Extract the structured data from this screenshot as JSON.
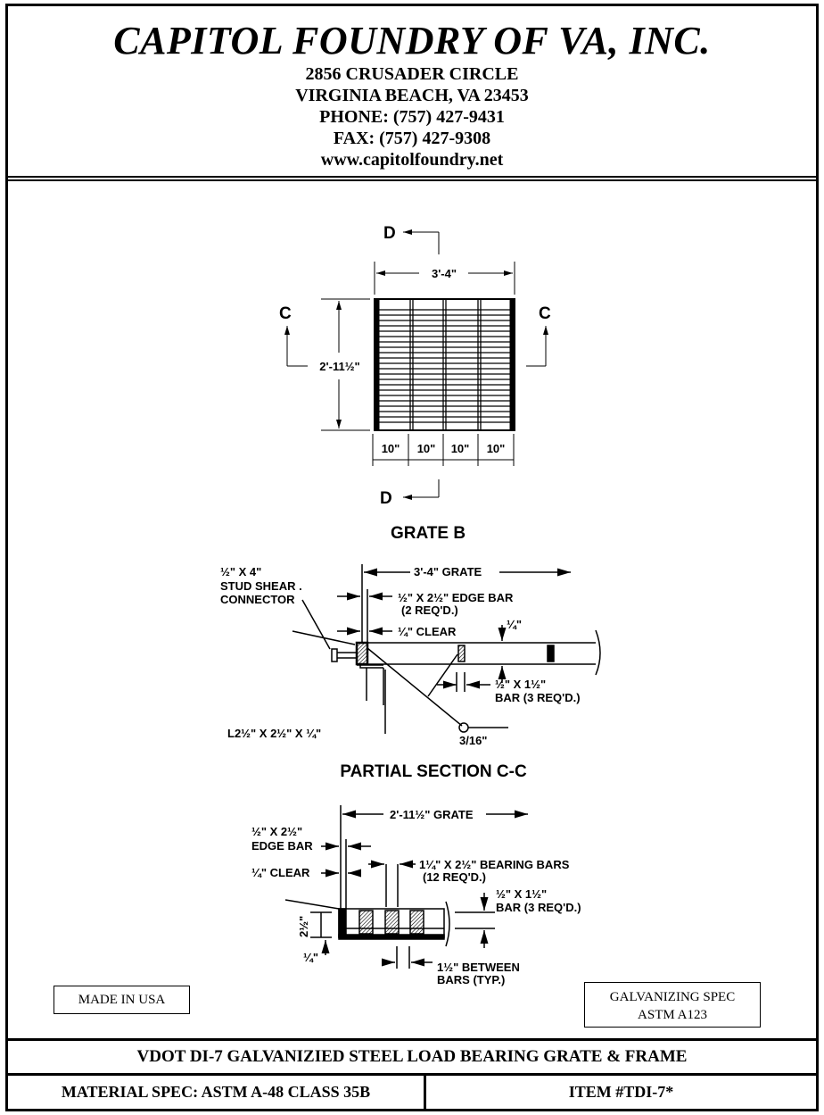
{
  "header": {
    "company": "CAPITOL FOUNDRY OF VA, INC.",
    "address1": "2856 CRUSADER CIRCLE",
    "address2": "VIRGINIA BEACH, VA 23453",
    "phone": "PHONE: (757) 427-9431",
    "fax": "FAX: (757) 427-9308",
    "website": "www.capitolfoundry.net"
  },
  "plan": {
    "width_dim": "3'-4\"",
    "height_dim": "2'-11½\"",
    "spacing_dims": [
      "10\"",
      "10\"",
      "10\"",
      "10\""
    ],
    "section_d": "D",
    "section_c": "C",
    "title": "GRATE B"
  },
  "section_cc": {
    "stud": [
      "½\" X 4\"",
      "STUD SHEAR .",
      "CONNECTOR"
    ],
    "grate": "3'-4\" GRATE",
    "edge_bar": [
      "½\" X 2½\" EDGE BAR",
      "(2 REQ'D.)"
    ],
    "clear": "¼\" CLEAR",
    "quarter": "¼\"",
    "bar": [
      "½\" X 1½\"",
      "BAR (3 REQ'D.)"
    ],
    "angle": "L2½\" X 2½\" X ¼\"",
    "weld": "3/16\"",
    "title": "PARTIAL SECTION C-C"
  },
  "section_dd": {
    "grate": "2'-11½\" GRATE",
    "edge_bar": [
      "½\" X 2½\"",
      "EDGE BAR"
    ],
    "clear": "¼\" CLEAR",
    "bearing": [
      "1¼\" X 2½\" BEARING BARS",
      "(12 REQ'D.)"
    ],
    "bar": [
      "½\" X 1½\"",
      "BAR (3 REQ'D.)"
    ],
    "depth": "2½\"",
    "quarter": "¼\"",
    "between": [
      "1½\" BETWEEN",
      "BARS (TYP.)"
    ]
  },
  "made_in": "MADE IN USA",
  "galvanizing": [
    "GALVANIZING SPEC",
    "ASTM A123"
  ],
  "product_title": "VDOT DI-7 GALVANIZIED STEEL LOAD BEARING GRATE & FRAME",
  "material_spec": "MATERIAL SPEC:  ASTM A-48 CLASS 35B",
  "item": "ITEM #TDI-7*"
}
